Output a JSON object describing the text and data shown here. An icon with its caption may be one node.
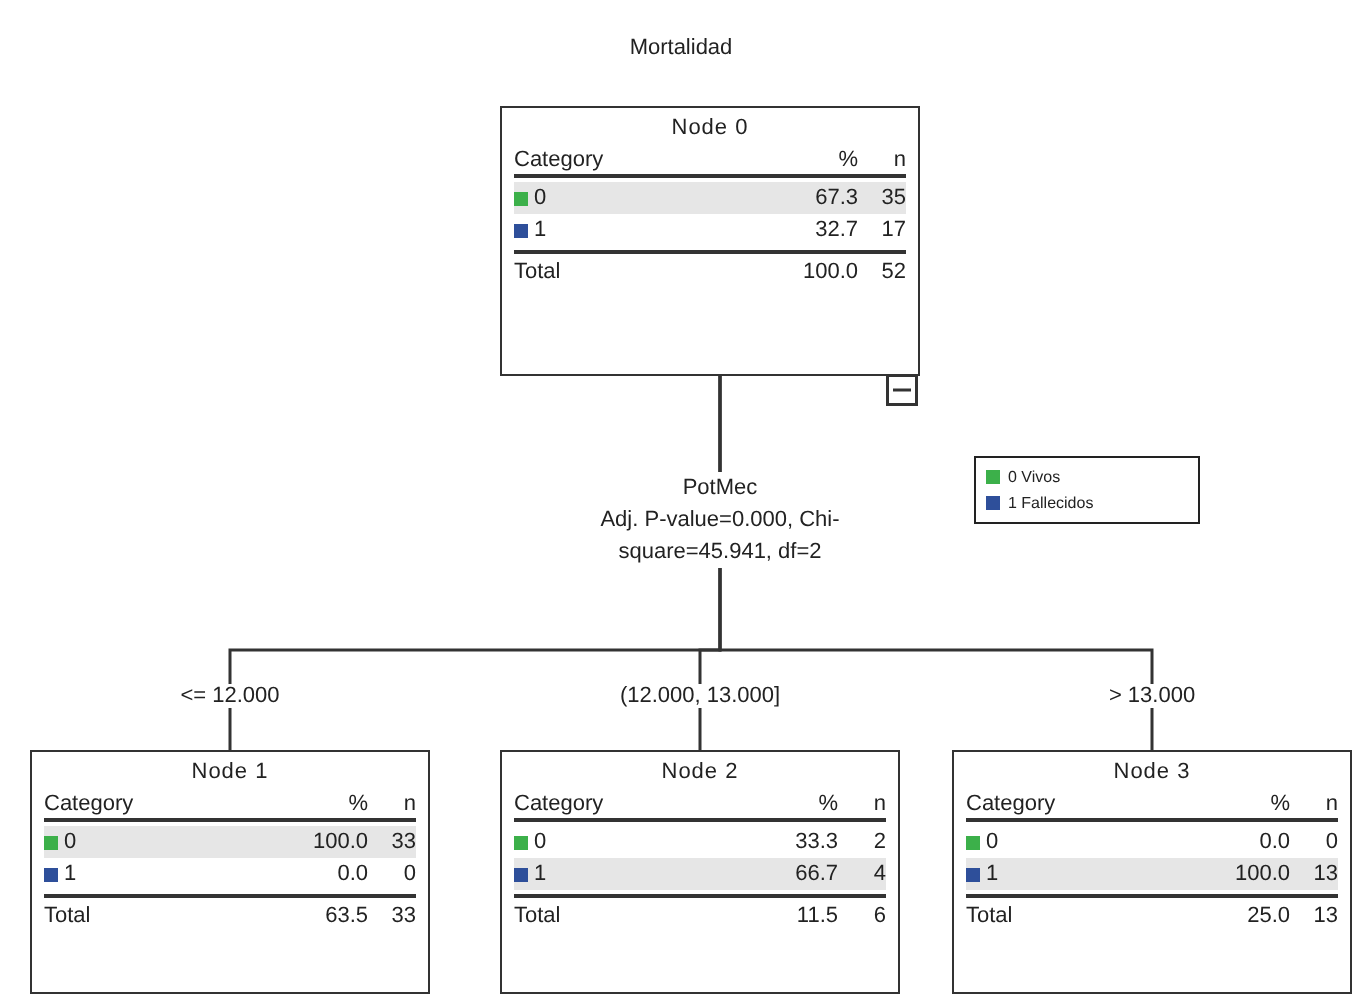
{
  "diagram": {
    "title": "Mortalidad",
    "nodes": [
      {
        "text": [
          "Node 0",
          "Category",
          "%",
          "n",
          "0",
          "67.3",
          "35",
          "1",
          "32.7",
          "17",
          "Total",
          "100.0",
          "52"
        ]
      },
      {
        "text": [
          "Node 1",
          "Category",
          "%",
          "n",
          "0",
          "100.0",
          "33",
          "1",
          "0.0",
          "0",
          "Total",
          "63.5",
          "33"
        ]
      },
      {
        "text": [
          "Node 2",
          "Category",
          "%",
          "n",
          "0",
          "33.3",
          "2",
          "1",
          "66.7",
          "4",
          "Total",
          "11.5",
          "6"
        ]
      },
      {
        "text": [
          "Node 3",
          "Category",
          "%",
          "n",
          "0",
          "0.0",
          "0",
          "1",
          "100.0",
          "13",
          "Total",
          "25.0",
          "13"
        ]
      }
    ],
    "edges": [
      {
        "from": 0,
        "to": 1,
        "arrow": "none",
        "label": "<= 12.000"
      },
      {
        "from": 0,
        "to": 2,
        "arrow": "none",
        "label": "(12.000, 13.000]"
      },
      {
        "from": 0,
        "to": 3,
        "arrow": "none",
        "label": "> 13.000"
      }
    ],
    "labels": [
      "PotMec",
      "Adj. P-value=0.000, Chi-square=45.941, df=2"
    ],
    "legend": [
      {
        "text": "0 Vivos",
        "color": "#3cb04a"
      },
      {
        "text": "1 Fallecidos",
        "color": "#2e4f9a"
      }
    ]
  }
}
